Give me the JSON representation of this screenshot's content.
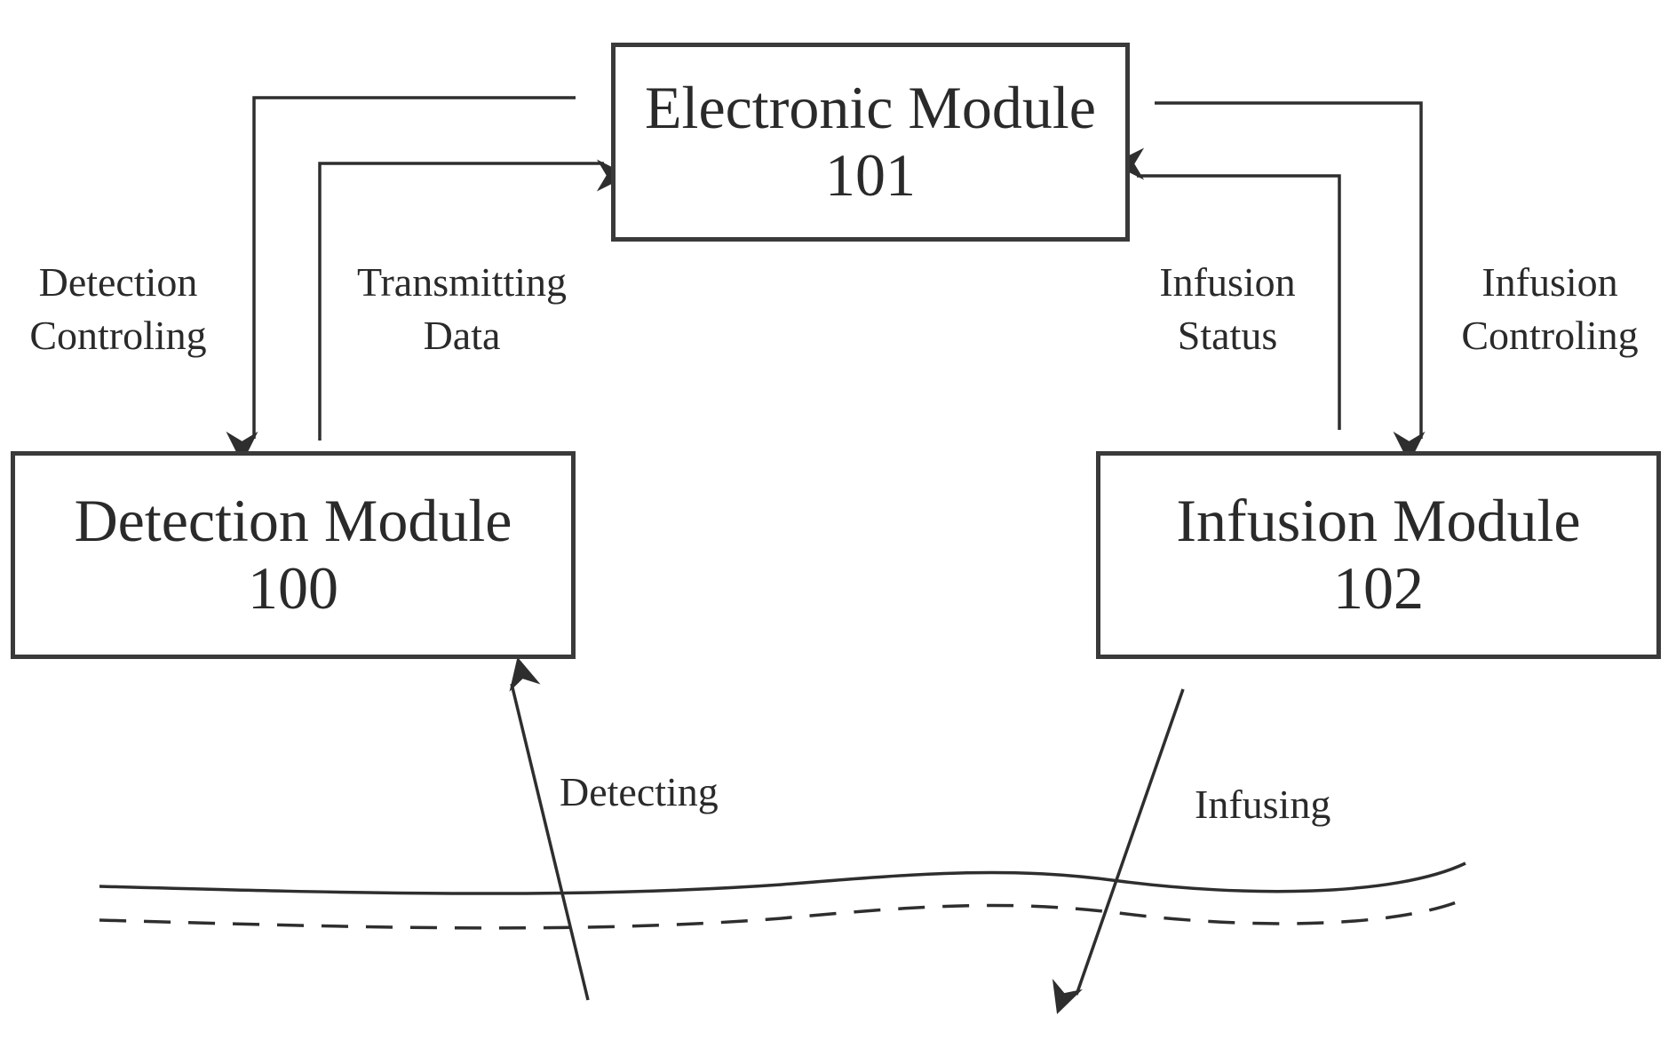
{
  "modules": {
    "electronic": {
      "name": "Electronic Module",
      "number": "101"
    },
    "detection": {
      "name": "Detection Module",
      "number": "100"
    },
    "infusion": {
      "name": "Infusion Module",
      "number": "102"
    }
  },
  "labels": {
    "detection_controlling": [
      "Detection",
      "Controling"
    ],
    "transmitting_data": [
      "Transmitting",
      "Data"
    ],
    "infusion_status": [
      "Infusion",
      "Status"
    ],
    "infusion_controlling": [
      "Infusion",
      "Controling"
    ],
    "detecting": "Detecting",
    "infusing": "Infusing"
  },
  "colors": {
    "line": "#2e2e2e",
    "box_border": "#3a3a3a",
    "text": "#2a2a2a"
  }
}
